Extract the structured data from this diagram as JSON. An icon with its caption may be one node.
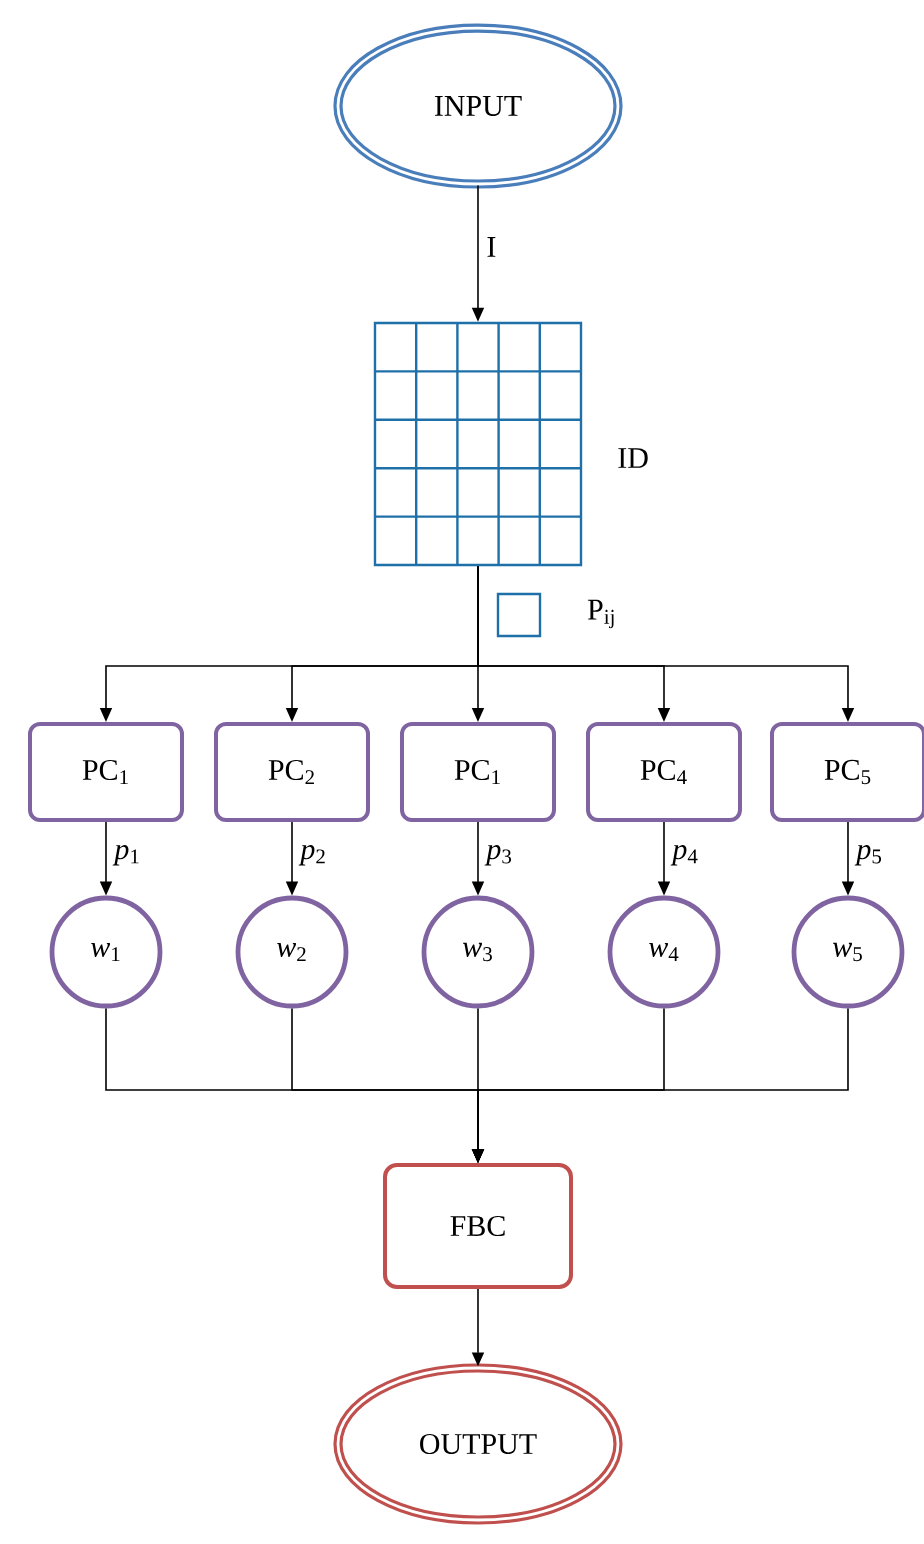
{
  "diagram": {
    "nodes": [
      {
        "text": [
          "INPUT"
        ]
      },
      {
        "text": [],
        "shape": "grid",
        "beside": [
          "ID"
        ]
      },
      {
        "text": [
          "PC$_{1}$"
        ]
      },
      {
        "text": [
          "PC$_{2}$"
        ]
      },
      {
        "text": [
          "PC$_{1}$"
        ]
      },
      {
        "text": [
          "PC$_{4}$"
        ]
      },
      {
        "text": [
          "PC$_{5}$"
        ]
      },
      {
        "text": [
          "*w*$_{1}$"
        ]
      },
      {
        "text": [
          "*w*$_{2}$"
        ]
      },
      {
        "text": [
          "*w*$_{3}$"
        ]
      },
      {
        "text": [
          "*w*$_{4}$"
        ]
      },
      {
        "text": [
          "*w*$_{5}$"
        ]
      },
      {
        "text": [
          "FBC"
        ]
      },
      {
        "text": [
          "OUTPUT"
        ]
      }
    ],
    "edges": [
      {
        "from": 0,
        "to": 1,
        "arrow": "to",
        "label": "I"
      },
      {
        "from": 1,
        "to": 2,
        "arrow": "to"
      },
      {
        "from": 1,
        "to": 3,
        "arrow": "to"
      },
      {
        "from": 1,
        "to": 4,
        "arrow": "to"
      },
      {
        "from": 1,
        "to": 5,
        "arrow": "to"
      },
      {
        "from": 1,
        "to": 6,
        "arrow": "to"
      },
      {
        "from": 2,
        "to": 7,
        "arrow": "to",
        "label": "*p*$_{1}$"
      },
      {
        "from": 3,
        "to": 8,
        "arrow": "to",
        "label": "*p*$_{2}$"
      },
      {
        "from": 4,
        "to": 9,
        "arrow": "to",
        "label": "*p*$_{3}$"
      },
      {
        "from": 5,
        "to": 10,
        "arrow": "to",
        "label": "*p*$_{4}$"
      },
      {
        "from": 6,
        "to": 11,
        "arrow": "to",
        "label": "*p*$_{5}$"
      },
      {
        "from": 7,
        "to": 12,
        "arrow": "to"
      },
      {
        "from": 8,
        "to": 12,
        "arrow": "to"
      },
      {
        "from": 9,
        "to": 12,
        "arrow": "to"
      },
      {
        "from": 10,
        "to": 12,
        "arrow": "to"
      },
      {
        "from": 11,
        "to": 12,
        "arrow": "to"
      },
      {
        "from": 12,
        "to": 13,
        "arrow": "to"
      }
    ],
    "labels": [
      "P$_{ij}$"
    ]
  }
}
